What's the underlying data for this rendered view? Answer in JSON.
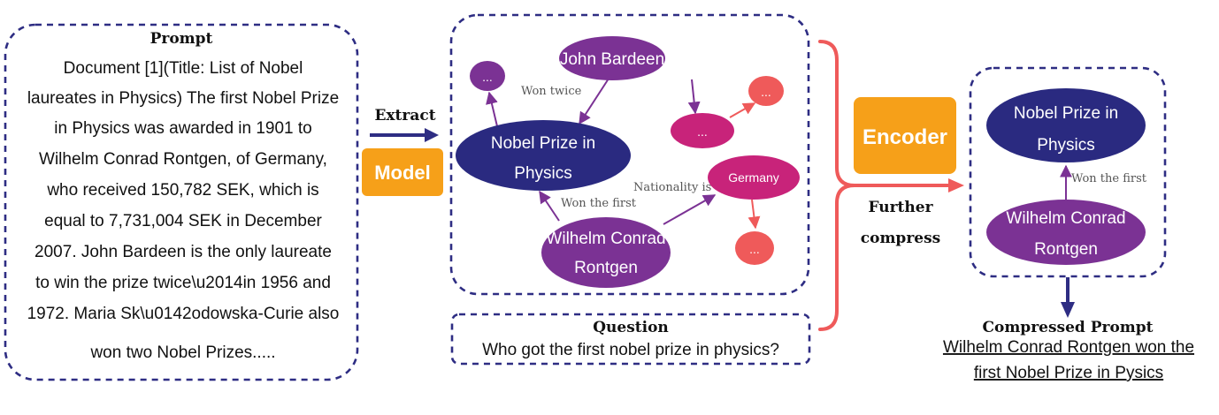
{
  "colors": {
    "dashed_border": "#2e2d83",
    "model_box": "#f6a019",
    "node_navy": "#2a2a80",
    "node_purple": "#7b3294",
    "node_magenta": "#c8237a",
    "node_coral": "#ef5a5a",
    "bracket": "#ef5a5a",
    "arrow_navy": "#2e2d83",
    "edge_purple": "#7b3294"
  },
  "prompt": {
    "title": "Prompt",
    "lines": [
      "Document [1](Title: List of Nobel",
      "laureates in Physics) The first Nobel Prize",
      "in Physics was awarded in 1901 to",
      "Wilhelm Conrad Rontgen, of Germany,",
      "who received 150,782 SEK, which is",
      "equal to 7,731,004 SEK in December",
      "2007. John Bardeen is the only laureate",
      "to win the prize twice\\u2014in 1956 and",
      "1972. Maria Sk\\u0142odowska-Curie also",
      "won two Nobel Prizes....."
    ]
  },
  "extract": {
    "label": "Extract",
    "model_label": "Model"
  },
  "graph": {
    "nodes": {
      "john_bardeen": "John Bardeen",
      "nobel_prize": [
        "Nobel Prize in",
        "Physics"
      ],
      "wilhelm": [
        "Wilhelm Conrad",
        "Rontgen"
      ],
      "germany": "Germany",
      "ellipsis": "..."
    },
    "edges": {
      "won_twice": "Won twice",
      "won_the_first": "Won the first",
      "nationality_is": "Nationality is"
    }
  },
  "question": {
    "title": "Question",
    "text": "Who got the first nobel prize in physics?"
  },
  "encoder": {
    "label": "Encoder",
    "further_compress": [
      "Further",
      "compress"
    ]
  },
  "result": {
    "nobel_prize": [
      "Nobel Prize in",
      "Physics"
    ],
    "edge": "Won the first",
    "wilhelm": [
      "Wilhelm Conrad",
      "Rontgen"
    ]
  },
  "compressed": {
    "title": "Compressed Prompt",
    "lines": [
      "Wilhelm Conrad Rontgen won the",
      "first Nobel Prize in Pysics"
    ]
  }
}
